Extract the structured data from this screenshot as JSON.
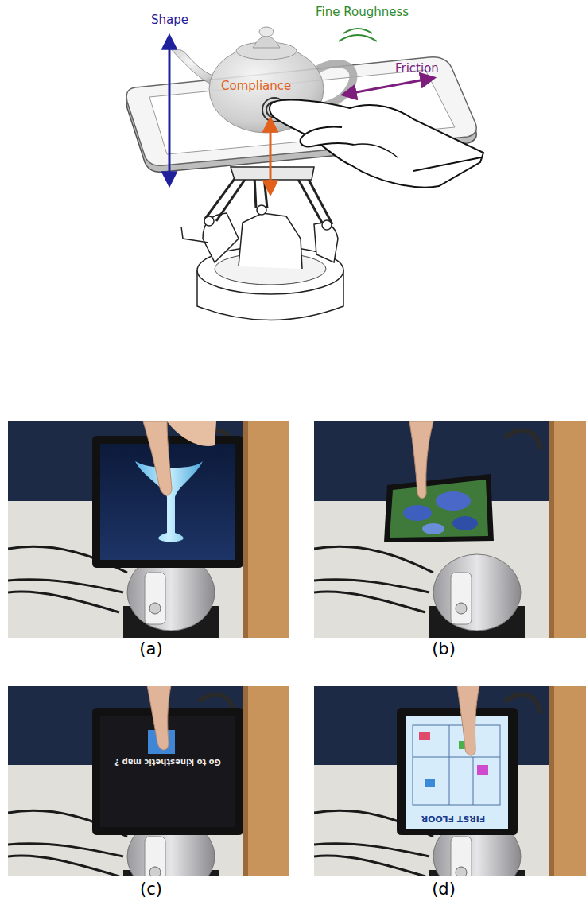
{
  "diagram": {
    "labels": [
      "Shape",
      "Fine Roughness",
      "Friction",
      "Compliance",
      "(a)",
      "(b)",
      "Go to kinesthetic map ?",
      "FIRST FLOOR",
      "(c)",
      "(d)"
    ]
  }
}
